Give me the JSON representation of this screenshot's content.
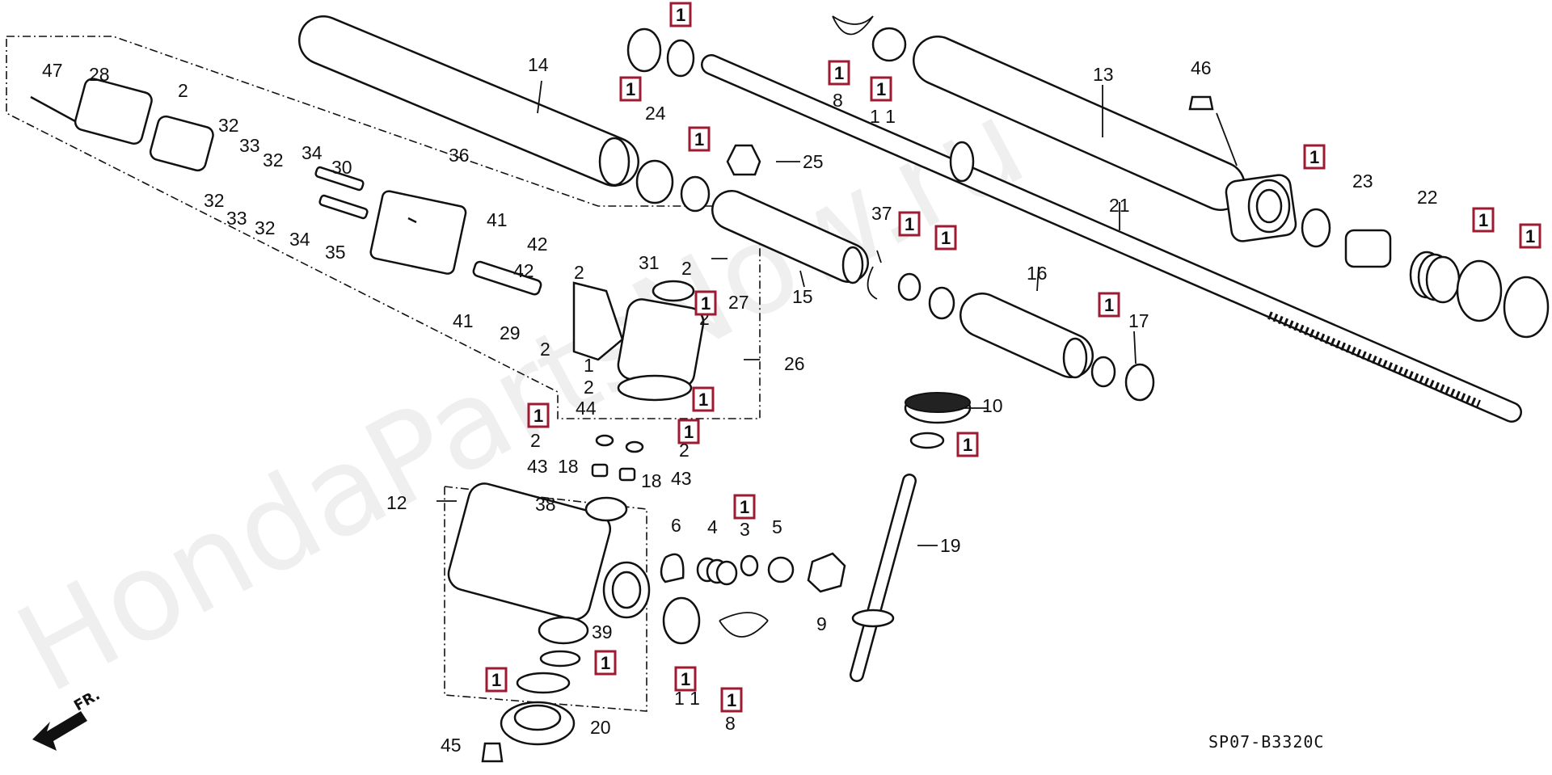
{
  "diagram": {
    "code": "SP07-B3320C",
    "direction_label": "FR.",
    "watermark": "HondaPartsNow.ru",
    "accent_color": "#9c1b30"
  },
  "callouts": [
    {
      "id": "c47",
      "text": "47"
    },
    {
      "id": "c28",
      "text": "28"
    },
    {
      "id": "c2a",
      "text": "2"
    },
    {
      "id": "c32a",
      "text": "32"
    },
    {
      "id": "c33a",
      "text": "33"
    },
    {
      "id": "c32b",
      "text": "32"
    },
    {
      "id": "c32c",
      "text": "32"
    },
    {
      "id": "c33b",
      "text": "33"
    },
    {
      "id": "c32d",
      "text": "32"
    },
    {
      "id": "c34a",
      "text": "34"
    },
    {
      "id": "c30",
      "text": "30"
    },
    {
      "id": "c34b",
      "text": "34"
    },
    {
      "id": "c35",
      "text": "35"
    },
    {
      "id": "c36",
      "text": "36"
    },
    {
      "id": "c14",
      "text": "14"
    },
    {
      "id": "c24",
      "text": "24"
    },
    {
      "id": "c8a",
      "text": "8"
    },
    {
      "id": "c11a",
      "text": "1 1"
    },
    {
      "id": "c25",
      "text": "25"
    },
    {
      "id": "c15",
      "text": "15"
    },
    {
      "id": "c13",
      "text": "13"
    },
    {
      "id": "c46",
      "text": "46"
    },
    {
      "id": "c21",
      "text": "21"
    },
    {
      "id": "c23",
      "text": "23"
    },
    {
      "id": "c22",
      "text": "22"
    },
    {
      "id": "c37",
      "text": "37"
    },
    {
      "id": "c16",
      "text": "16"
    },
    {
      "id": "c17",
      "text": "17"
    },
    {
      "id": "c10",
      "text": "10"
    },
    {
      "id": "c41a",
      "text": "41"
    },
    {
      "id": "c41b",
      "text": "41"
    },
    {
      "id": "c42a",
      "text": "42"
    },
    {
      "id": "c42b",
      "text": "42"
    },
    {
      "id": "c29",
      "text": "29"
    },
    {
      "id": "c31",
      "text": "31"
    },
    {
      "id": "c2b",
      "text": "2"
    },
    {
      "id": "c2c",
      "text": "2"
    },
    {
      "id": "c2d",
      "text": "2"
    },
    {
      "id": "c27",
      "text": "27"
    },
    {
      "id": "c2e",
      "text": "2"
    },
    {
      "id": "c1a",
      "text": "1"
    },
    {
      "id": "c2f",
      "text": "2"
    },
    {
      "id": "c44",
      "text": "44"
    },
    {
      "id": "c26",
      "text": "26"
    },
    {
      "id": "c2g",
      "text": "2"
    },
    {
      "id": "c2h",
      "text": "2"
    },
    {
      "id": "c43a",
      "text": "43"
    },
    {
      "id": "c18a",
      "text": "18"
    },
    {
      "id": "c18b",
      "text": "18"
    },
    {
      "id": "c43b",
      "text": "43"
    },
    {
      "id": "c12",
      "text": "12"
    },
    {
      "id": "c38",
      "text": "38"
    },
    {
      "id": "c6",
      "text": "6"
    },
    {
      "id": "c4",
      "text": "4"
    },
    {
      "id": "c3",
      "text": "3"
    },
    {
      "id": "c5",
      "text": "5"
    },
    {
      "id": "c19",
      "text": "19"
    },
    {
      "id": "c9",
      "text": "9"
    },
    {
      "id": "c39",
      "text": "39"
    },
    {
      "id": "c20",
      "text": "20"
    },
    {
      "id": "c45",
      "text": "45"
    },
    {
      "id": "c11b",
      "text": "1 1"
    },
    {
      "id": "c8b",
      "text": "8"
    }
  ],
  "boxed_callouts": [
    {
      "id": "b1",
      "text": "1"
    },
    {
      "id": "b2",
      "text": "1"
    },
    {
      "id": "b3",
      "text": "1"
    },
    {
      "id": "b4",
      "text": "1"
    },
    {
      "id": "b5",
      "text": "1"
    },
    {
      "id": "b6",
      "text": "1"
    },
    {
      "id": "b7",
      "text": "1"
    },
    {
      "id": "b8",
      "text": "1"
    },
    {
      "id": "b9",
      "text": "1"
    },
    {
      "id": "b10",
      "text": "1"
    },
    {
      "id": "b11",
      "text": "1"
    },
    {
      "id": "b12",
      "text": "1"
    },
    {
      "id": "b13",
      "text": "1"
    },
    {
      "id": "b14",
      "text": "1"
    },
    {
      "id": "b15",
      "text": "1"
    },
    {
      "id": "b16",
      "text": "1"
    },
    {
      "id": "b17",
      "text": "1"
    },
    {
      "id": "b18",
      "text": "1"
    },
    {
      "id": "b19",
      "text": "1"
    },
    {
      "id": "b20",
      "text": "1"
    },
    {
      "id": "b21",
      "text": "1"
    },
    {
      "id": "b22",
      "text": "1"
    },
    {
      "id": "b23",
      "text": "1"
    }
  ]
}
